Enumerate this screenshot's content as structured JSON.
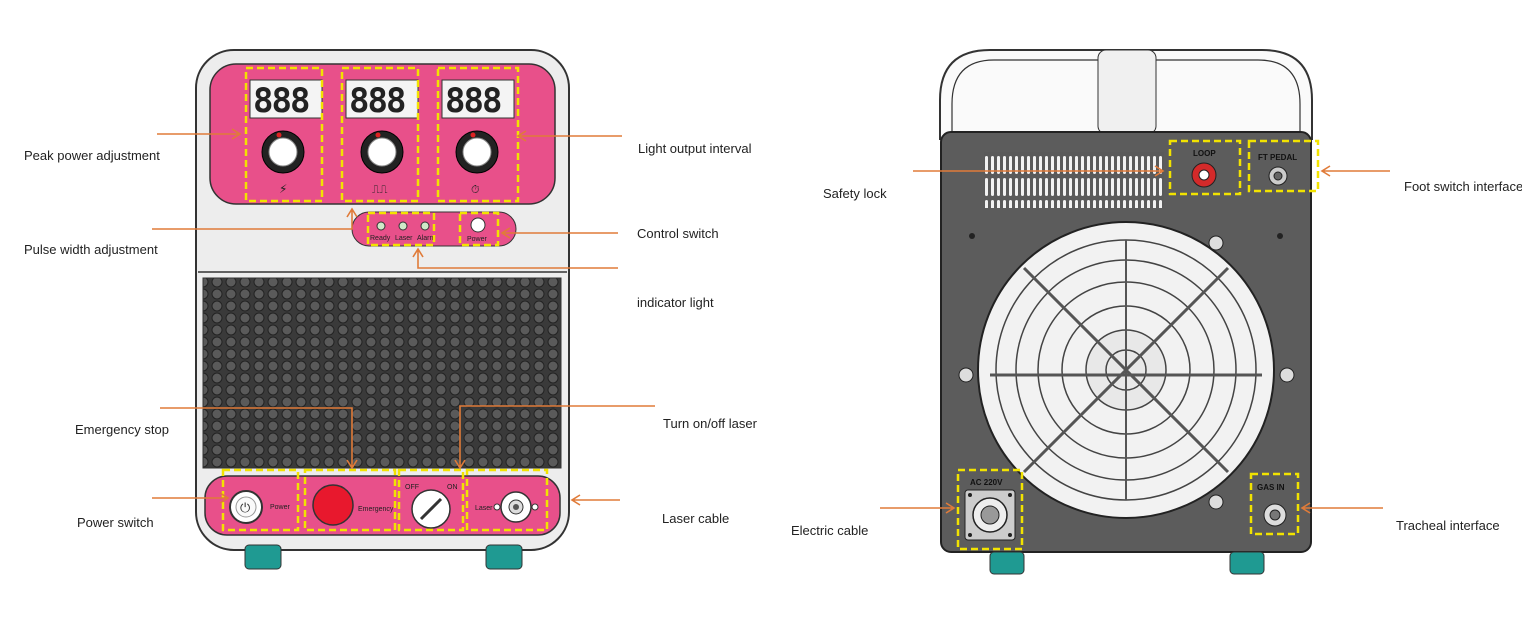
{
  "front_panel": {
    "display_digits": [
      "888",
      "888",
      "888"
    ],
    "indicator_labels": [
      "Ready",
      "Laser",
      "Alarm"
    ],
    "power_button_label": "Power",
    "bottom_labels": {
      "power": "Power",
      "emergency": "Emergency",
      "off": "OFF",
      "on": "ON",
      "laser": "Laser"
    }
  },
  "back_panel": {
    "loop_label": "LOOP",
    "pedal_label": "FT PEDAL",
    "ac_label": "AC 220V",
    "gas_label": "GAS IN"
  },
  "callouts": {
    "peak_power": "Peak power adjustment",
    "pulse_width": "Pulse width adjustment",
    "light_interval": "Light output interval",
    "control_switch": "Control switch",
    "indicator_light": "indicator light",
    "emergency_stop": "Emergency stop",
    "turn_on_off": "Turn on/off laser",
    "power_switch": "Power switch",
    "laser_cable": "Laser cable",
    "safety_lock": "Safety lock",
    "foot_switch": "Foot switch interface",
    "electric_cable": "Electric cable",
    "tracheal": "Tracheal interface"
  },
  "colors": {
    "panel_pink": "#e8508a",
    "highlight": "#f2e300",
    "arrow": "#e07b39",
    "body_gray": "#d9d9d9",
    "grille": "#4a4a4a",
    "feet": "#1f9a92"
  }
}
